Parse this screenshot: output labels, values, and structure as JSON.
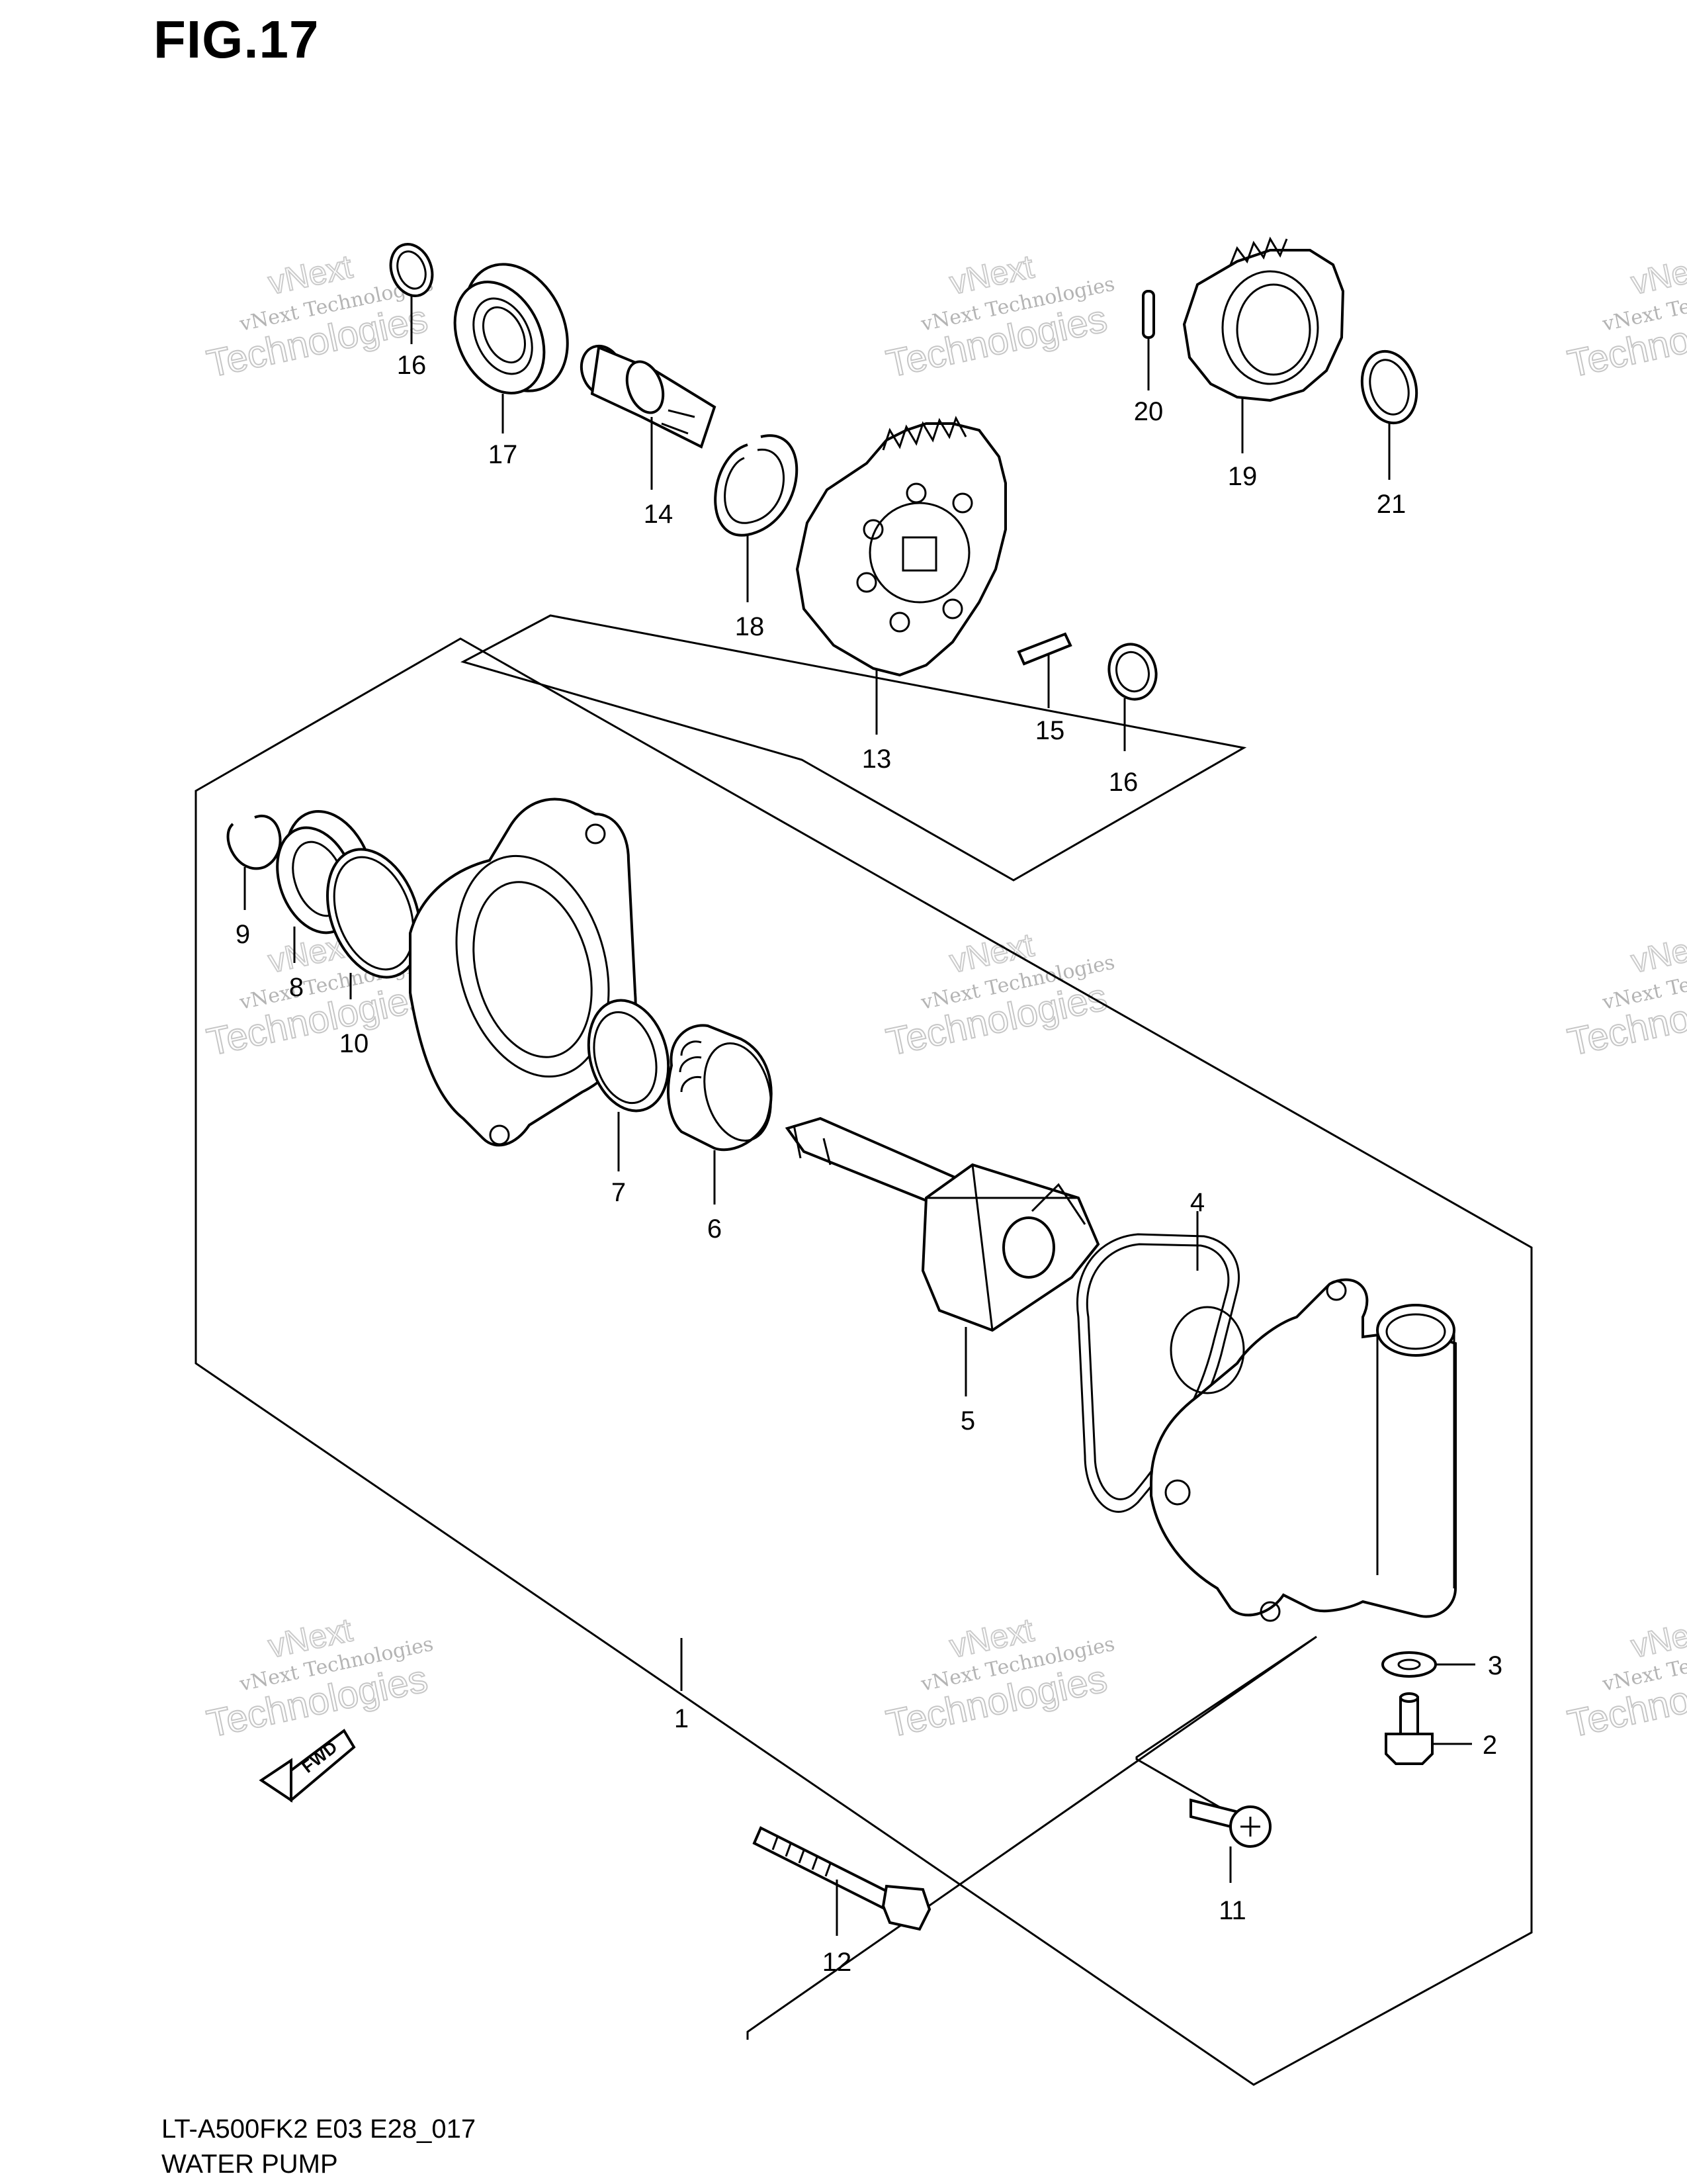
{
  "figure": {
    "title": "FIG.17"
  },
  "footer": {
    "model_code": "LT-A500FK2 E03 E28_017",
    "assembly_name": "WATER PUMP"
  },
  "fwd_label": "FWD",
  "watermark": {
    "line1": "vNext Technologies",
    "line2": "Technologies",
    "line3": "vNext"
  },
  "callouts": [
    {
      "id": "16a",
      "label": "16"
    },
    {
      "id": "17",
      "label": "17"
    },
    {
      "id": "14",
      "label": "14"
    },
    {
      "id": "18",
      "label": "18"
    },
    {
      "id": "13",
      "label": "13"
    },
    {
      "id": "20",
      "label": "20"
    },
    {
      "id": "19",
      "label": "19"
    },
    {
      "id": "21",
      "label": "21"
    },
    {
      "id": "15",
      "label": "15"
    },
    {
      "id": "16b",
      "label": "16"
    },
    {
      "id": "9",
      "label": "9"
    },
    {
      "id": "8",
      "label": "8"
    },
    {
      "id": "10",
      "label": "10"
    },
    {
      "id": "7",
      "label": "7"
    },
    {
      "id": "6",
      "label": "6"
    },
    {
      "id": "5",
      "label": "5"
    },
    {
      "id": "4",
      "label": "4"
    },
    {
      "id": "3",
      "label": "3"
    },
    {
      "id": "2",
      "label": "2"
    },
    {
      "id": "1",
      "label": "1"
    },
    {
      "id": "11",
      "label": "11"
    },
    {
      "id": "12",
      "label": "12"
    }
  ]
}
